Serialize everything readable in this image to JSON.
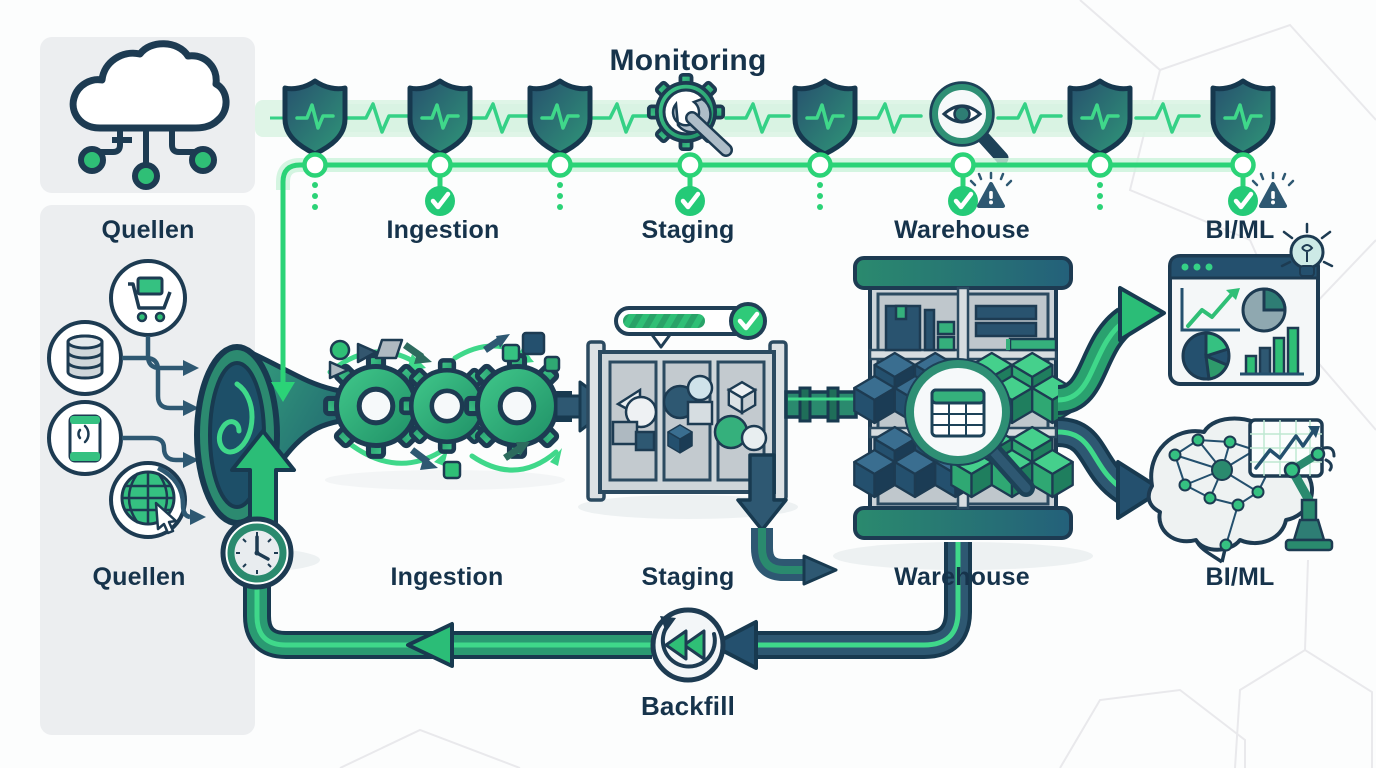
{
  "diagram": {
    "title": "Monitoring",
    "stages_top": [
      "Quellen",
      "Ingestion",
      "Staging",
      "Warehouse",
      "BI/ML"
    ],
    "stages_bottom": [
      "Quellen",
      "Ingestion",
      "Staging",
      "Warehouse",
      "BI/ML"
    ],
    "backfill_label": "Backfill",
    "monitoring_band": {
      "icons": [
        "shield-pulse",
        "shield-pulse",
        "shield-pulse",
        "gear-wrench",
        "shield-pulse",
        "eye-magnifier",
        "shield-pulse",
        "shield-pulse"
      ]
    },
    "timeline": {
      "nodes": [
        {
          "status": "pending"
        },
        {
          "status": "ok"
        },
        {
          "status": "pending"
        },
        {
          "status": "ok"
        },
        {
          "status": "pending"
        },
        {
          "status": "ok-warning"
        },
        {
          "status": "pending"
        },
        {
          "status": "ok-warning"
        }
      ]
    },
    "sources": {
      "icons": [
        "cloud-network",
        "shopping-cart",
        "database",
        "mobile-device",
        "web-globe"
      ]
    },
    "pipeline_icons": [
      "funnel-intake",
      "gears-processing",
      "staging-container",
      "progress-bar-check",
      "warehouse-shelf",
      "magnifier-table"
    ],
    "outputs": {
      "icons": [
        "bi-dashboard",
        "lightbulb",
        "brain-network",
        "robot-arm",
        "trend-chart"
      ]
    },
    "backfill_icons": [
      "clock",
      "rewind-loop"
    ],
    "colors": {
      "bright_green": "#2bd377",
      "green": "#2fbf76",
      "teal": "#2a8a6e",
      "dark_teal": "#1d5c6e",
      "navy": "#24506e",
      "outline_navy": "#1d3b52",
      "text_navy": "#16334b",
      "band_green": "#d9f3e3",
      "panel_gray": "#eceef0",
      "container_gray": "#c9d0d6"
    }
  }
}
